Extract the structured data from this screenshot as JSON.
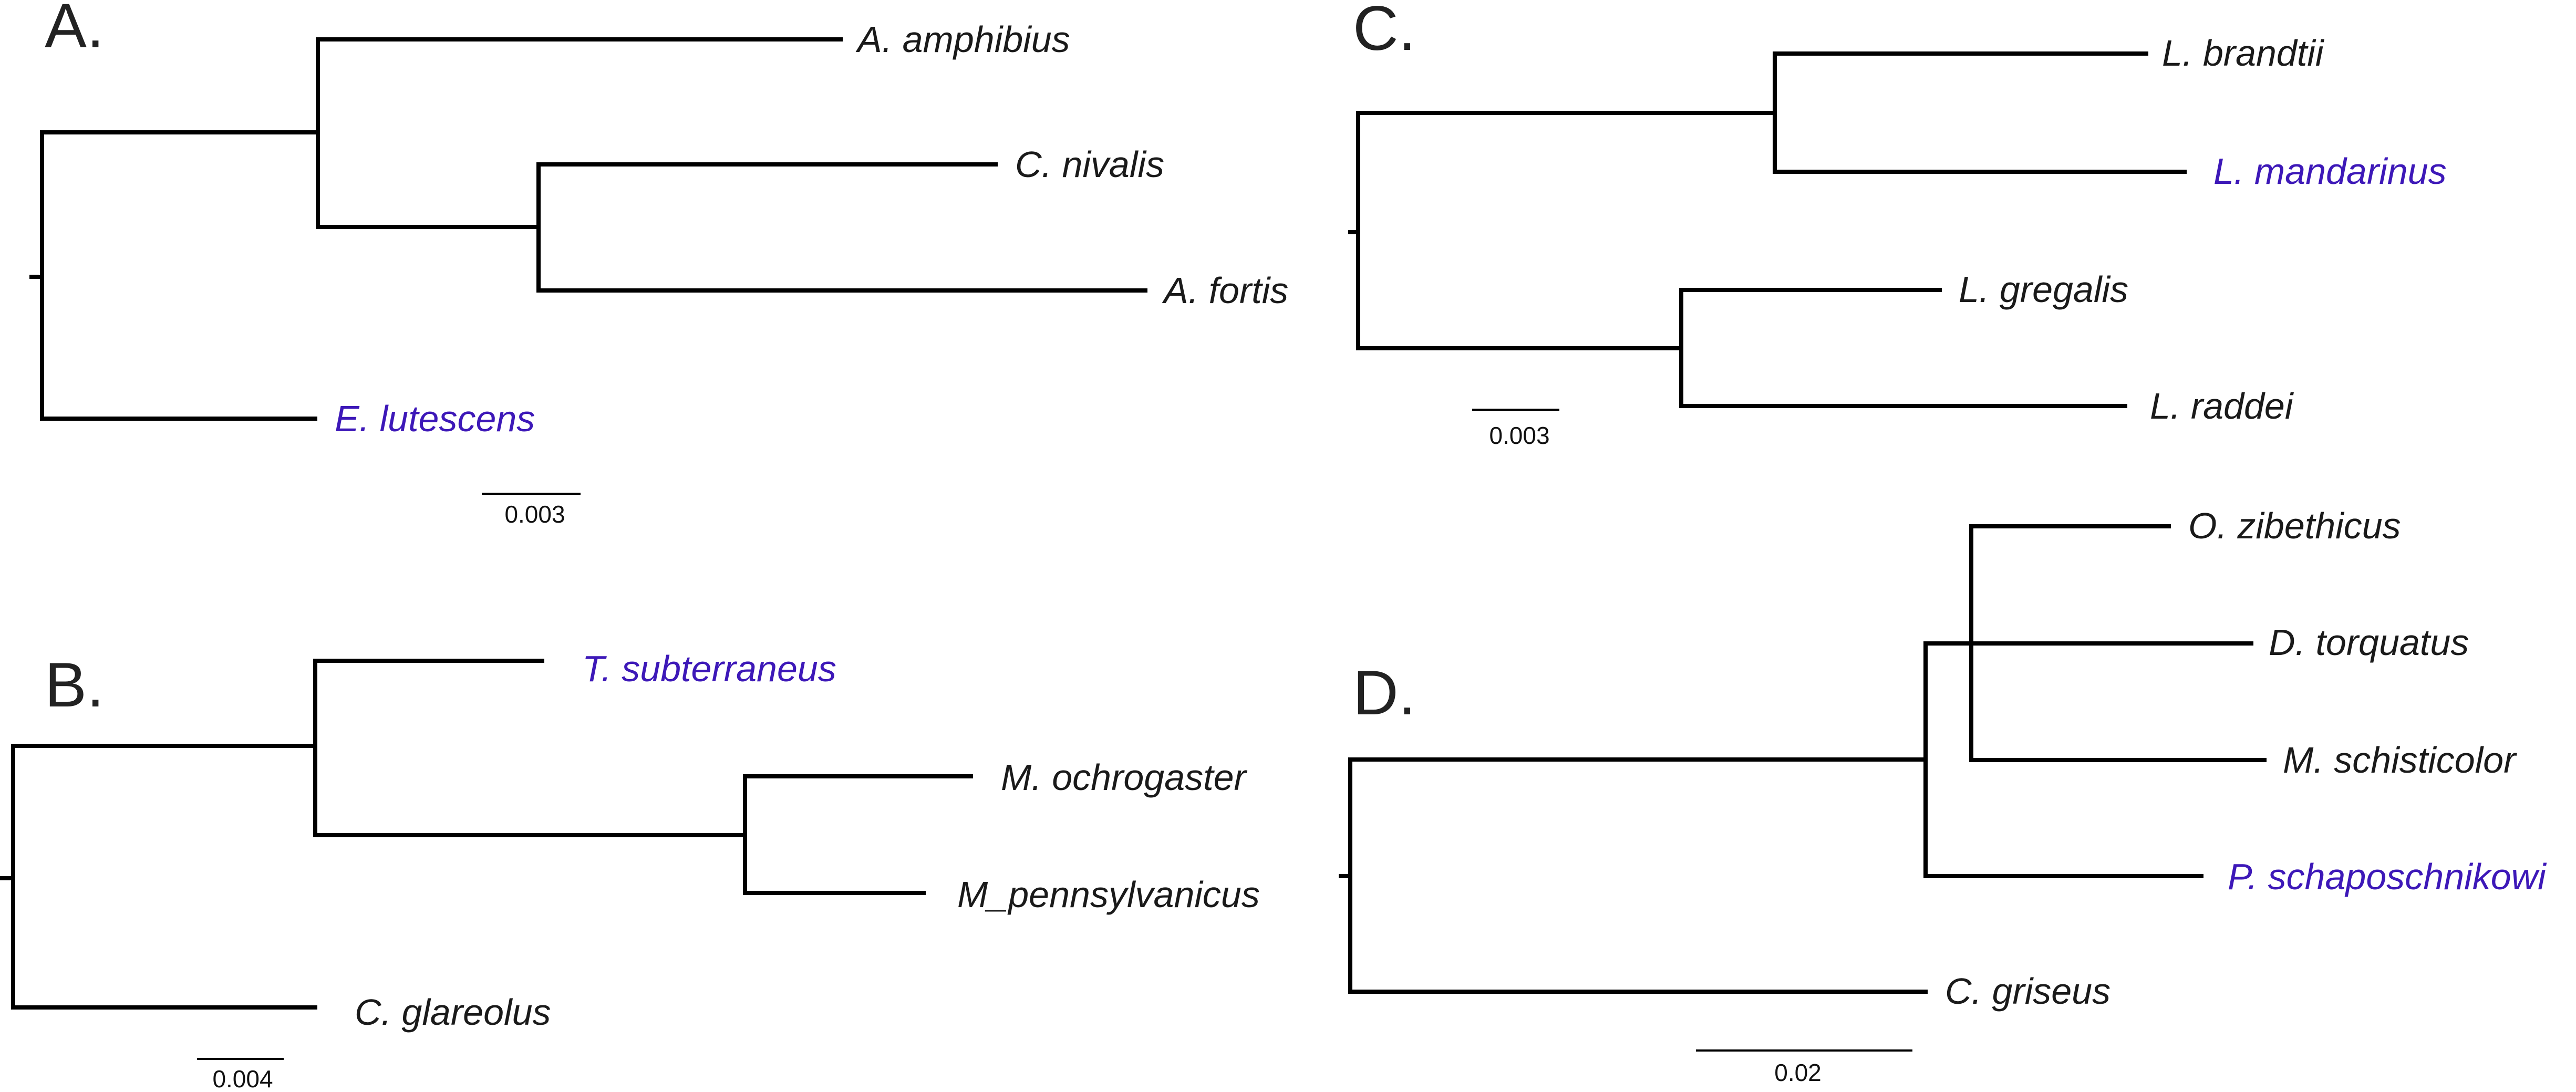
{
  "figure": {
    "highlight_color": "#3d18b8",
    "text_color": "#1a1a1a",
    "panels": {
      "A": {
        "letter": "A.",
        "taxa": {
          "amphibius": "A. amphibius",
          "nivalis": "C. nivalis",
          "fortis": "A. fortis",
          "lutescens": "E. lutescens"
        },
        "highlighted": [
          "E. lutescens"
        ],
        "scale_label": "0.003"
      },
      "B": {
        "letter": "B.",
        "taxa": {
          "subterraneus": "T. subterraneus",
          "ochrogaster": "M. ochrogaster",
          "pennsylvanicus": "M_pennsylvanicus",
          "glareolus": "C. glareolus"
        },
        "highlighted": [
          "T. subterraneus"
        ],
        "scale_label": "0.004"
      },
      "C": {
        "letter": "C.",
        "taxa": {
          "brandtii": "L. brandtii",
          "mandarinus": "L. mandarinus",
          "gregalis": "L. gregalis",
          "raddei": "L. raddei"
        },
        "highlighted": [
          "L. mandarinus"
        ],
        "scale_label": "0.003"
      },
      "D": {
        "letter": "D.",
        "taxa": {
          "zibethicus": "O. zibethicus",
          "torquatus": "D. torquatus",
          "schisticolor": "M. schisticolor",
          "schaposchnikowi": "P. schaposchnikowi",
          "griseus": "C. griseus"
        },
        "highlighted": [
          "P. schaposchnikowi"
        ],
        "scale_label": "0.02"
      }
    }
  }
}
